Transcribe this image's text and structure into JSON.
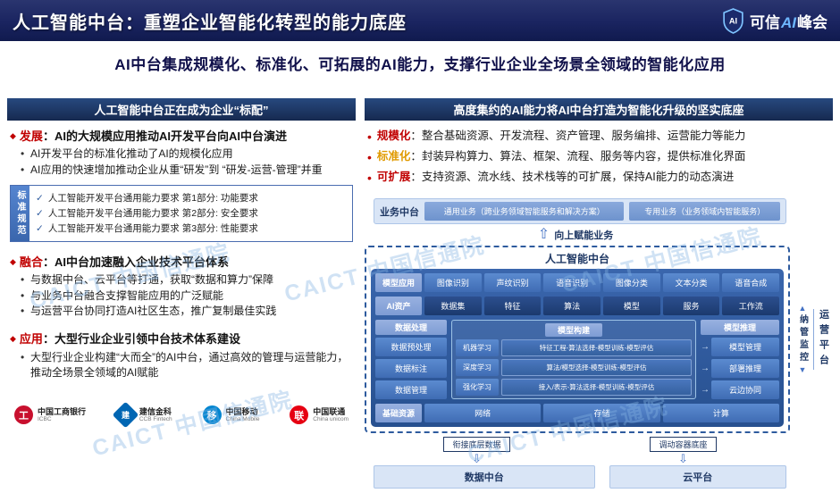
{
  "colors": {
    "header_navy": "#1a2460",
    "bar_navy": "#1f3864",
    "accent_red": "#c00000",
    "accent_orange": "#e09a00",
    "panel_blue": "#2e5b9e",
    "box_blue": "#4472c4",
    "box_navy": "#1f3d7a",
    "light_blue": "#d9e5f6",
    "watermark_blue": "#85b4e3"
  },
  "header": {
    "title": "人工智能中台：重塑企业智能化转型的能力底座",
    "logo": {
      "prefix": "可信",
      "ai": "AI",
      "suffix": "峰会",
      "shield_text": "AI"
    }
  },
  "subtitle": "AI中台集成规模化、标准化、可拓展的AI能力，支撑行业企业全场景全领域的智能化应用",
  "watermark": "CAICT 中国信通院",
  "left": {
    "header": "人工智能中台正在成为企业“标配”",
    "sections": [
      {
        "keyword": "发展",
        "rest": "：AI的大规模应用推动AI开发平台向AI中台演进",
        "bullets": [
          "AI开发平台的标准化推动了AI的规模化应用",
          "AI应用的快速增加推动企业从重“研发”到 “研发-运营-管理”并重"
        ]
      },
      {
        "keyword": "融合",
        "rest": "：AI中台加速融入企业技术平台体系",
        "bullets": [
          "与数据中台、云平台等打通，获取“数据和算力”保障",
          "与业务中台融合支撑智能应用的广泛赋能",
          "与运营平台协同打造AI社区生态，推广复制最佳实践"
        ]
      },
      {
        "keyword": "应用",
        "rest": "：大型行业企业引领中台技术体系建设",
        "bullets": [
          "大型行业企业构建“大而全”的AI中台，通过高效的管理与运营能力，推动全场景全领域的AI赋能"
        ]
      }
    ],
    "standards": {
      "tab": "标准规范",
      "items": [
        "人工智能开发平台通用能力要求 第1部分: 功能要求",
        "人工智能开发平台通用能力要求 第2部分: 安全要求",
        "人工智能开发平台通用能力要求 第3部分: 性能要求"
      ]
    },
    "logos": [
      {
        "zh": "中国工商银行",
        "en": "ICBC",
        "glyph": "工"
      },
      {
        "zh": "建信金科",
        "en": "CCB Fintech",
        "glyph": "建"
      },
      {
        "zh": "中国移动",
        "en": "China Mobile",
        "glyph": "移"
      },
      {
        "zh": "中国联通",
        "en": "China unicom",
        "glyph": "联"
      }
    ]
  },
  "right": {
    "header": "高度集约的AI能力将AI中台打造为智能化升级的坚实底座",
    "bullets": [
      {
        "keyword": "规模化",
        "rest": "：整合基础资源、开发流程、资产管理、服务编排、运营能力等能力"
      },
      {
        "keyword": "标准化",
        "rest": "：封装异构算力、算法、框架、流程、服务等内容，提供标准化界面"
      },
      {
        "keyword": "可扩展",
        "rest": "：支持资源、流水线、技术栈等的可扩展，保持AI能力的动态演进"
      }
    ],
    "diagram": {
      "business_bar": {
        "label": "业务中台",
        "general": "通用业务（跨业务领域智能服务和解决方案）",
        "special": "专用业务（业务领域内智能服务）"
      },
      "up_label": "向上赋能业务",
      "ai_box": {
        "title": "人工智能中台",
        "app_row": {
          "label": "模型应用",
          "items": [
            "图像识别",
            "声纹识别",
            "语音识别",
            "图像分类",
            "文本分类",
            "语音合成"
          ]
        },
        "asset_row": {
          "label": "AI资产",
          "items": [
            "数据集",
            "特征",
            "算法",
            "模型",
            "服务",
            "工作流"
          ]
        },
        "data_col": {
          "label": "数据处理",
          "items": [
            "数据预处理",
            "数据标注",
            "数据管理"
          ]
        },
        "build_col": {
          "label": "模型构建",
          "rows": [
            {
              "name": "机器学习",
              "flow": "特征工程-算法选择-模型训练-模型评估"
            },
            {
              "name": "深度学习",
              "flow": "算法/模型选择-模型训练-模型评估"
            },
            {
              "name": "强化学习",
              "flow": "接入/表示-算法选择-模型训练-模型评估"
            }
          ]
        },
        "infer_col": {
          "label": "模型推理",
          "items": [
            "模型管理",
            "部署推理",
            "云边协同"
          ]
        },
        "base_row": {
          "label": "基础资源",
          "items": [
            "网络",
            "存储",
            "计算"
          ]
        }
      },
      "manage_label": "纳管监控",
      "ops_label": "运营平台",
      "bottom_labels": [
        "衔接底层数据",
        "调动容器底座"
      ],
      "bottom_bars": [
        "数据中台",
        "云平台"
      ]
    }
  }
}
